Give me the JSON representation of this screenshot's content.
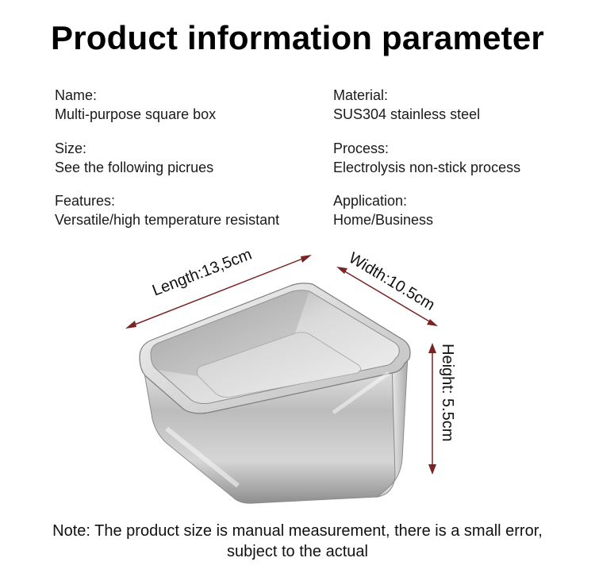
{
  "title": "Product information parameter",
  "params": {
    "name": {
      "label": "Name:",
      "value": "Multi-purpose square box"
    },
    "material": {
      "label": "Material:",
      "value": "SUS304 stainless steel"
    },
    "size": {
      "label": "Size:",
      "value": "See the following picrues"
    },
    "process": {
      "label": "Process:",
      "value": "Electrolysis non-stick process"
    },
    "features": {
      "label": "Features:",
      "value": "Versatile/high temperature resistant"
    },
    "application": {
      "label": "Application:",
      "value": "Home/Business"
    }
  },
  "dimensions": {
    "length": "Length:13,5cm",
    "width": "Width:10.5cm",
    "height": "Height: 5.5cm"
  },
  "note": {
    "line1": "Note: The product size is manual measurement, there is a small error,",
    "line2": "subject to the actual"
  },
  "colors": {
    "arrow": "#7a2323",
    "steel_light": "#f2f2f2",
    "steel_dark": "#9a9a9a"
  }
}
